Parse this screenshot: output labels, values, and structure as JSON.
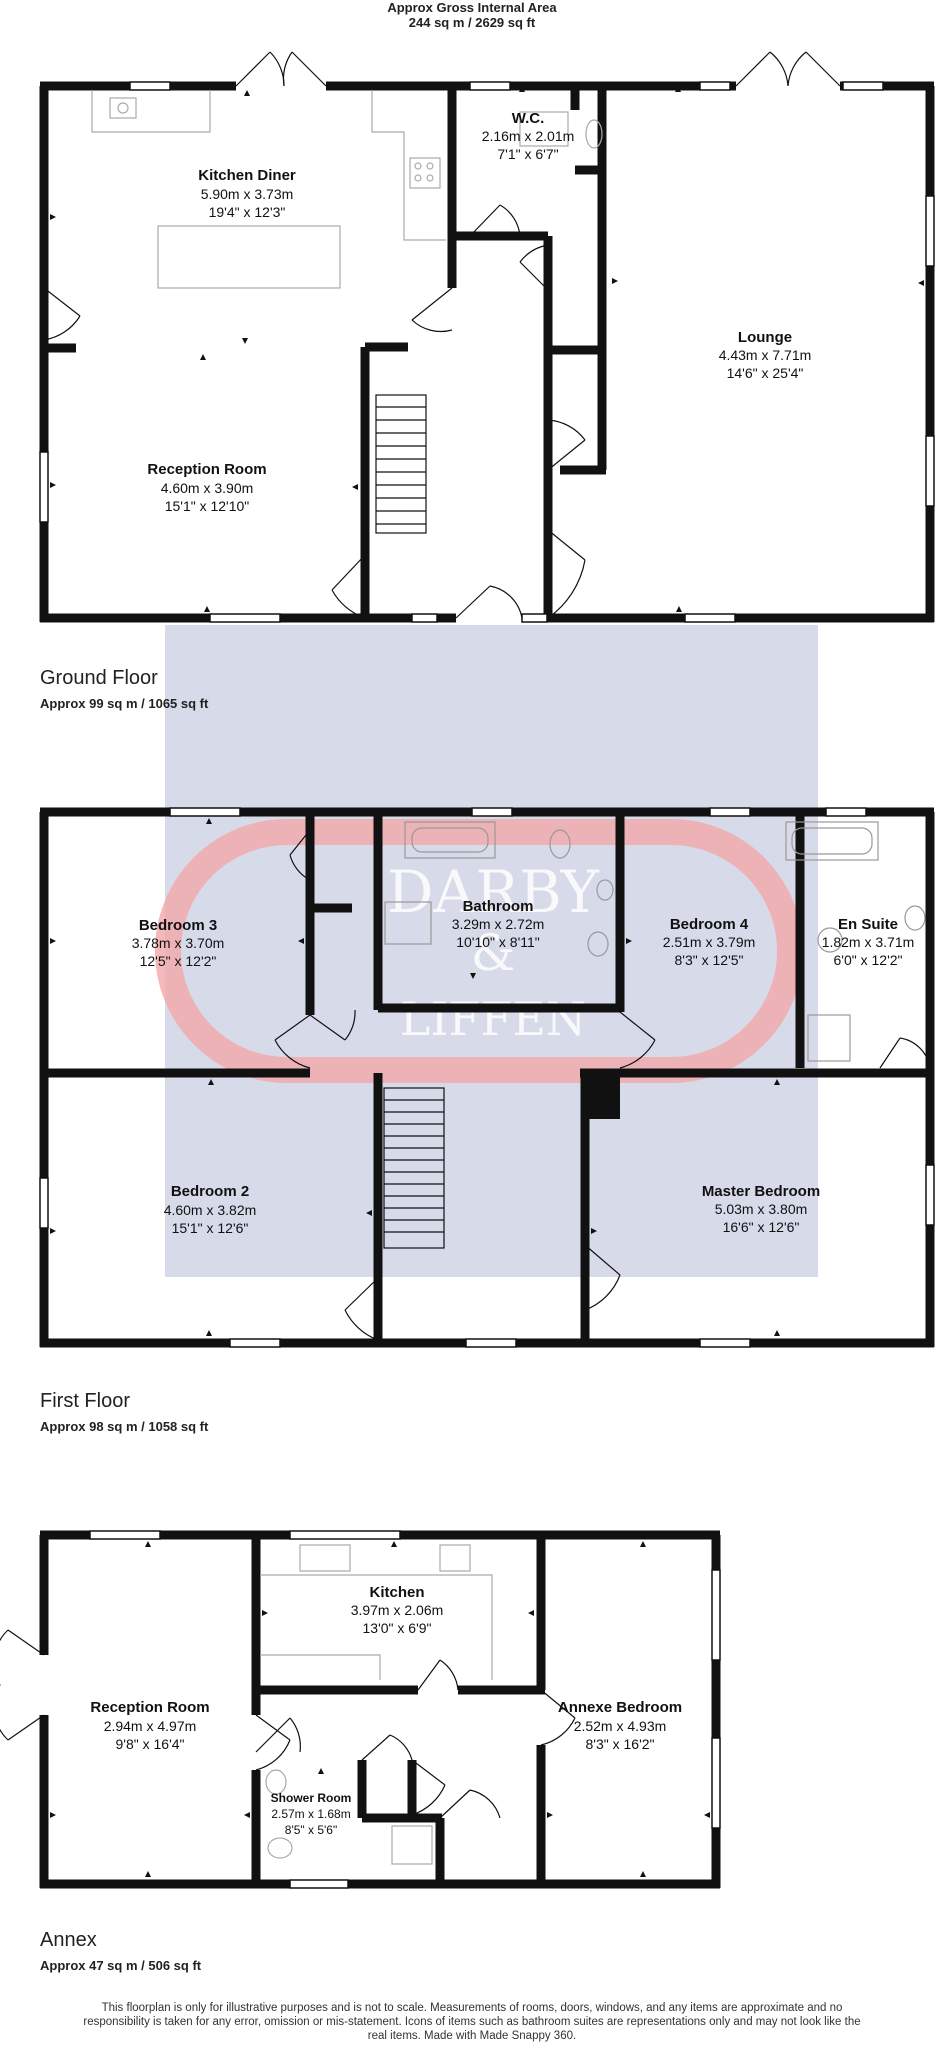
{
  "header": {
    "title": "Approx Gross Internal Area",
    "total": "244 sq m / 2629 sq ft"
  },
  "floors": [
    {
      "name": "Ground Floor",
      "area": "Approx 99 sq m / 1065 sq ft",
      "rooms": [
        {
          "name": "Kitchen Diner",
          "metric": "5.90m x 3.73m",
          "imperial": "19'4\" x 12'3\""
        },
        {
          "name": "W.C.",
          "metric": "2.16m x 2.01m",
          "imperial": "7'1\" x 6'7\""
        },
        {
          "name": "Lounge",
          "metric": "4.43m x 7.71m",
          "imperial": "14'6\" x 25'4\""
        },
        {
          "name": "Reception Room",
          "metric": "4.60m x 3.90m",
          "imperial": "15'1\" x 12'10\""
        }
      ]
    },
    {
      "name": "First Floor",
      "area": "Approx 98 sq m / 1058 sq ft",
      "rooms": [
        {
          "name": "Bedroom 3",
          "metric": "3.78m x 3.70m",
          "imperial": "12'5\" x 12'2\""
        },
        {
          "name": "Bathroom",
          "metric": "3.29m x 2.72m",
          "imperial": "10'10\" x 8'11\""
        },
        {
          "name": "Bedroom 4",
          "metric": "2.51m x 3.79m",
          "imperial": "8'3\" x 12'5\""
        },
        {
          "name": "En Suite",
          "metric": "1.82m x 3.71m",
          "imperial": "6'0\" x 12'2\""
        },
        {
          "name": "Bedroom 2",
          "metric": "4.60m x 3.82m",
          "imperial": "15'1\" x 12'6\""
        },
        {
          "name": "Master Bedroom",
          "metric": "5.03m x 3.80m",
          "imperial": "16'6\" x 12'6\""
        }
      ]
    },
    {
      "name": "Annex",
      "area": "Approx 47 sq m / 506 sq ft",
      "rooms": [
        {
          "name": "Kitchen",
          "metric": "3.97m x 2.06m",
          "imperial": "13'0\" x 6'9\""
        },
        {
          "name": "Reception Room",
          "metric": "2.94m x 4.97m",
          "imperial": "9'8\" x 16'4\""
        },
        {
          "name": "Annexe Bedroom",
          "metric": "2.52m x 4.93m",
          "imperial": "8'3\" x 16'2\""
        },
        {
          "name": "Shower Room",
          "metric": "2.57m x 1.68m",
          "imperial": "8'5\" x 5'6\""
        }
      ]
    }
  ],
  "watermark": {
    "line1": "DARBY",
    "line2": "&",
    "line3": "LIFFEN",
    "band_color": "#c9cde2",
    "ring_color": "#f2a7a7"
  },
  "disclaimer": "This floorplan is only for illustrative purposes and is not to scale. Measurements of rooms, doors, windows, and any items are approximate and no responsibility is taken for any error, omission or mis-statement. Icons of items such as bathroom suites are representations only and may not look like the real items. Made with Made Snappy 360.",
  "colors": {
    "wall": "#111111",
    "fixture": "#aaaaaa"
  }
}
